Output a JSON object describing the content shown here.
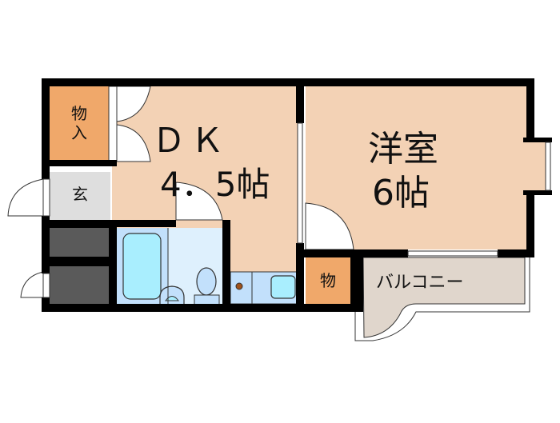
{
  "rooms": {
    "dk": {
      "name": "ＤＫ",
      "size": "4．5帖"
    },
    "western": {
      "name": "洋室",
      "size": "6帖"
    },
    "storage_closet": {
      "label": "物\n入"
    },
    "entrance": {
      "label": "玄"
    },
    "storage_small": {
      "label": "物"
    },
    "balcony": {
      "label": "バルコニー"
    }
  },
  "colors": {
    "wall": "#000000",
    "floor_room": "#f3d2b5",
    "storage": "#f0a86a",
    "entrance": "#dedede",
    "balcony": "#e0d6cc",
    "bath": "#c2e0fb",
    "bath_tub": "#a9eefe",
    "washroom": "#def0fd",
    "shoebox": "#5a5a5a"
  }
}
